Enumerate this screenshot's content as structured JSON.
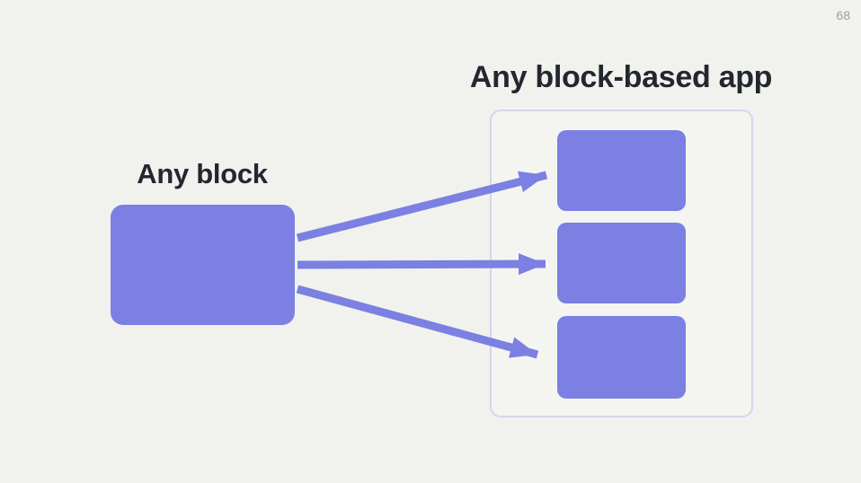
{
  "slide": {
    "page_number": "68"
  },
  "labels": {
    "source_block": "Any block",
    "target_app": "Any block-based app"
  },
  "colors": {
    "background": "#f1f2ed",
    "accent": "#7b80e2",
    "container_border": "#d3d6ec",
    "heading_text": "#23272f",
    "page_number_text": "#9aa0a6"
  },
  "diagram": {
    "source_blocks_count": 1,
    "target_blocks_count": 3,
    "arrows_count": 3
  }
}
